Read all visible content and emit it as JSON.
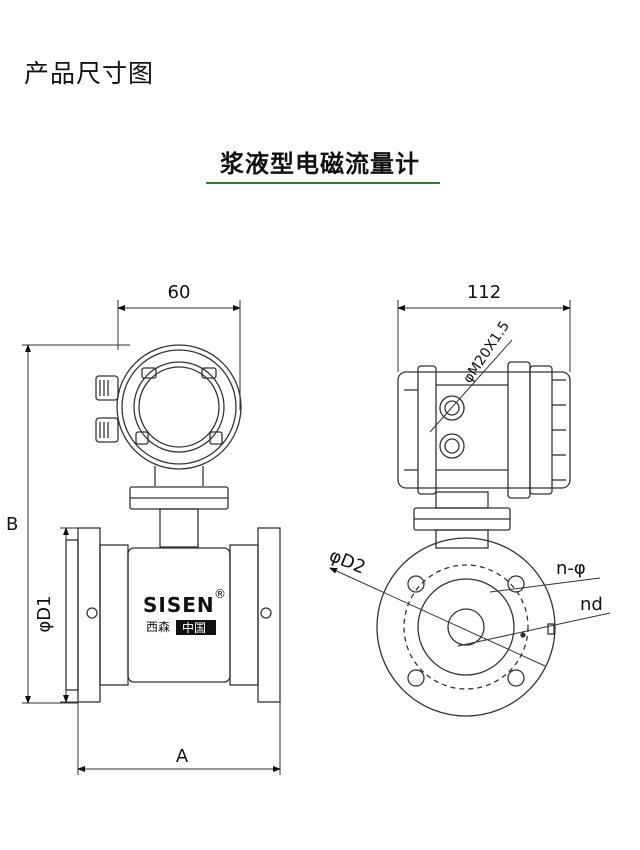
{
  "section": {
    "title": "产品尺寸图"
  },
  "product": {
    "name": "浆液型电磁流量计"
  },
  "colors": {
    "accent_underline": "#2e7d32",
    "line": "#333333"
  },
  "front_view": {
    "dim_width": "60",
    "dim_height": "B",
    "dim_diameter": "φD1",
    "dim_length": "A",
    "brand": "SISEN",
    "brand_cn_left": "西森",
    "brand_cn_right": "中国",
    "brand_mark": "®"
  },
  "side_view": {
    "dim_width": "112",
    "thread_label": "φM20X1.5",
    "pcd_label": "φD2",
    "holes_label": "n-φ",
    "nd_label": "nd"
  }
}
